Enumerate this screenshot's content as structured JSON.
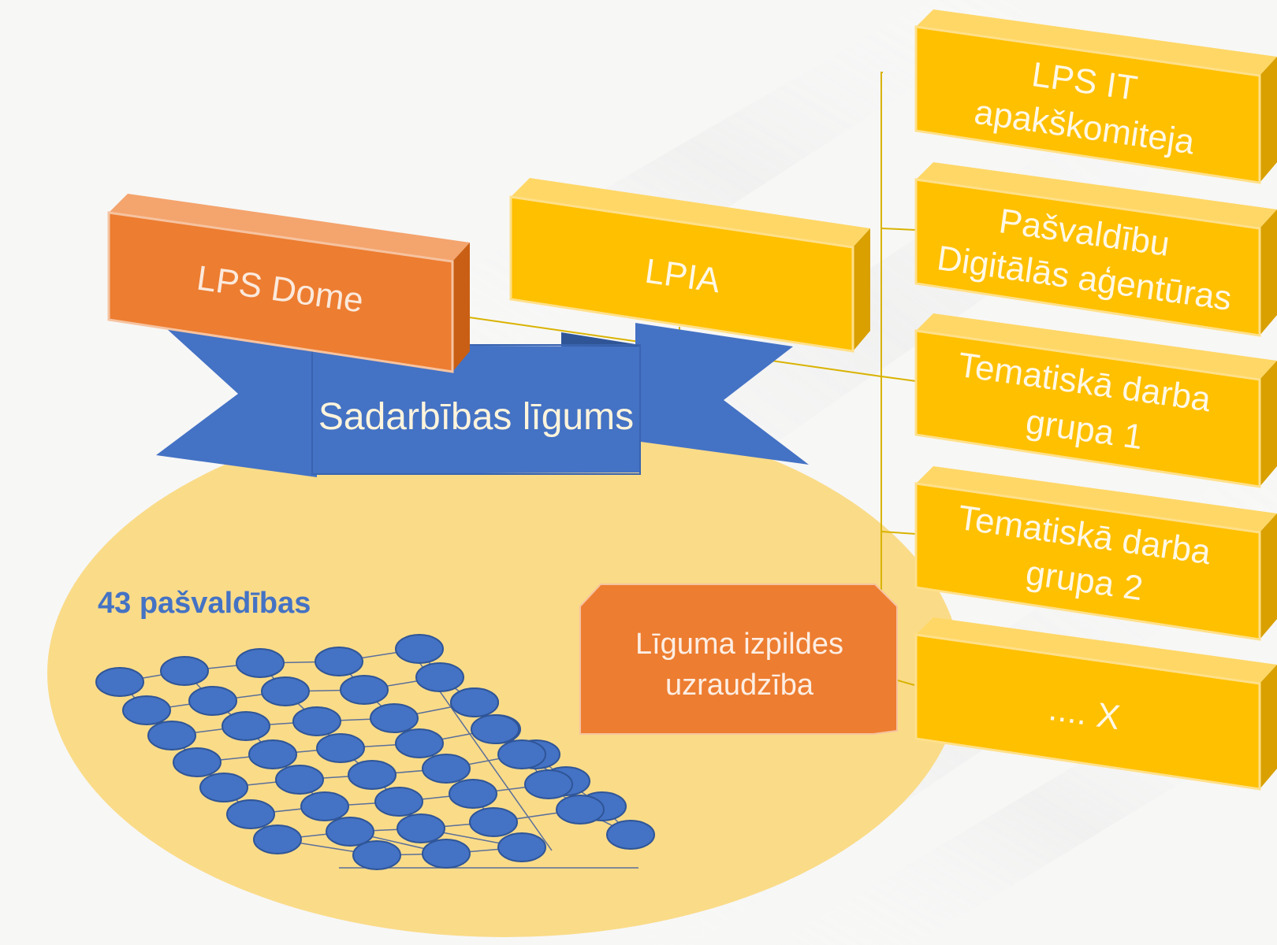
{
  "colors": {
    "gold": "#ffc000",
    "gold_side": "#d9a000",
    "orange": "#ed7d31",
    "orange_side": "#c95f14",
    "blue": "#4472c4",
    "blue_dark": "#2f5597",
    "ellipse": "#fad982",
    "title_blue": "#4472c4"
  },
  "boxes": {
    "lps_dome": "LPS Dome",
    "lpia": "LPIA",
    "it_line1": "LPS IT",
    "it_line2": "apakškomiteja",
    "pdg_line1": "Pašvaldību",
    "pdg_line2": "Digitālās aģentūras",
    "tg1_line1": "Tematiskā darba",
    "tg1_line2": "grupa 1",
    "tg2_line1": "Tematiskā darba",
    "tg2_line2": "grupa 2",
    "x": ".... X"
  },
  "banner": {
    "label": "Sadarbības līgums"
  },
  "oversight": {
    "line1": "Līguma izpildes",
    "line2": "uzraudzība"
  },
  "municipalities": {
    "label": "43 pašvaldības"
  }
}
